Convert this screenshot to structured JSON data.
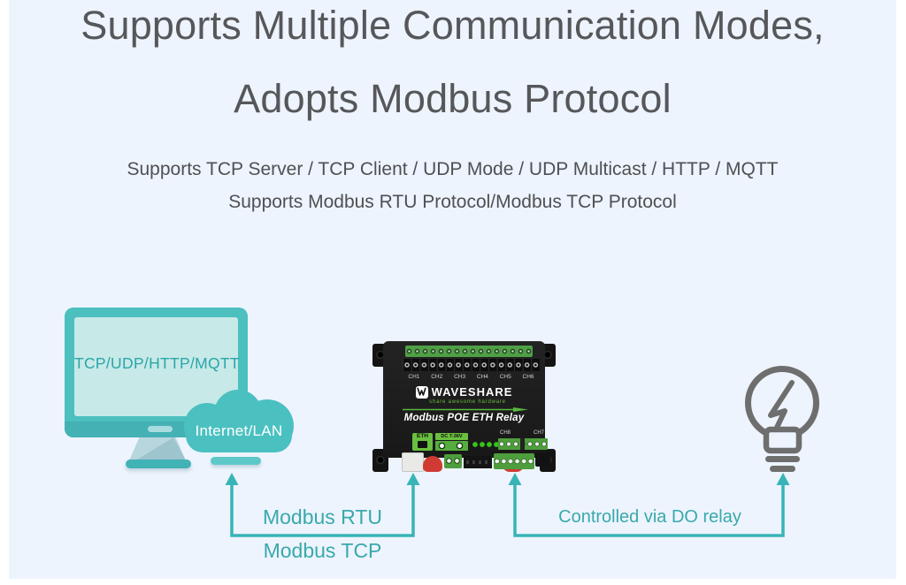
{
  "header": {
    "title_line1": "Supports Multiple Communication Modes,",
    "title_line2": "Adopts Modbus Protocol",
    "subtitle_line1": "Supports TCP Server / TCP Client / UDP Mode / UDP Multicast / HTTP / MQTT",
    "subtitle_line2": "Supports Modbus RTU Protocol/Modbus TCP Protocol"
  },
  "diagram": {
    "monitor": {
      "screen_text": "TCP/UDP/HTTP/MQTT"
    },
    "cloud": {
      "label": "Internet/LAN"
    },
    "device": {
      "brand": "WAVESHARE",
      "tagline": "share awesome hardware",
      "product": "Modbus POE ETH Relay",
      "channels": [
        "CH1",
        "CH2",
        "CH3",
        "CH4",
        "CH5",
        "CH6"
      ],
      "eth_label": "ETH",
      "power_label": "DC 7-36V",
      "channel8": "CH8",
      "channel7": "CH7"
    },
    "connections": {
      "left_label_top": "Modbus RTU",
      "left_label_bottom": "Modbus TCP",
      "right_label": "Controlled via DO relay"
    }
  },
  "colors": {
    "card_background": "#edf4fd",
    "teal_accent": "#4cbfbf",
    "arrow_teal": "#38b4b6",
    "label_teal": "#39a9ac",
    "title_gray": "#56575a",
    "device_green": "#6abf3f",
    "bulb_gray": "#6e6e6e"
  }
}
